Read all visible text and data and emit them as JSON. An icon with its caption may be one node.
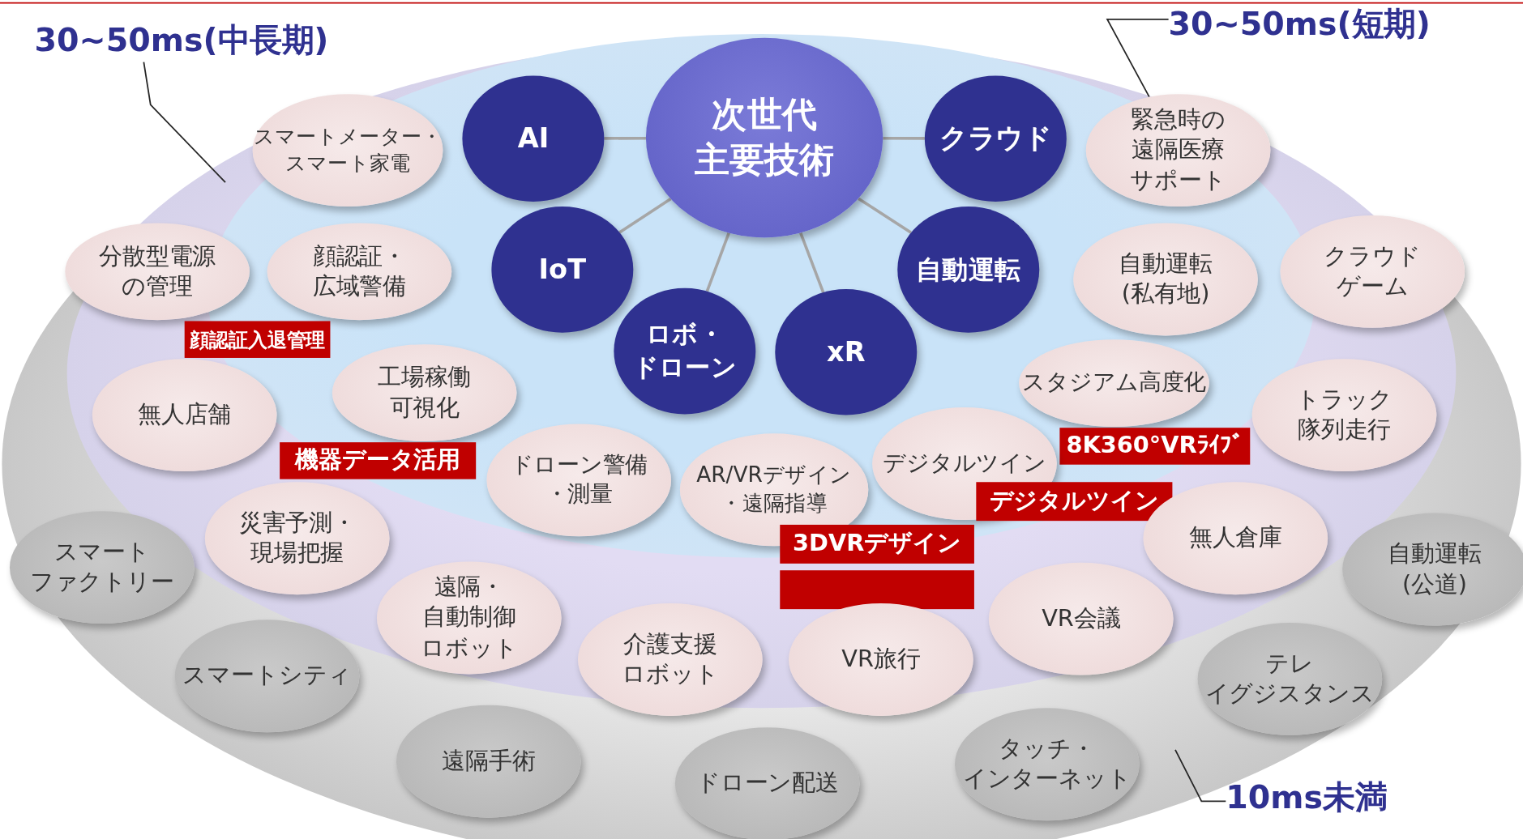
{
  "diagram": {
    "nodes": [
      {
        "text": [
          "次世代主要技術"
        ]
      },
      {
        "text": [
          "AI"
        ]
      },
      {
        "text": [
          "クラウド"
        ]
      },
      {
        "text": [
          "IoT"
        ]
      },
      {
        "text": [
          "自動運転"
        ]
      },
      {
        "text": [
          "ロボ・ドローン"
        ]
      },
      {
        "text": [
          "xR"
        ]
      },
      {
        "text": [
          "スマートメーター・スマート家電"
        ]
      },
      {
        "text": [
          "緊急時の遠隔医療サポート"
        ]
      },
      {
        "text": [
          "分散型電源の管理"
        ]
      },
      {
        "text": [
          "顔認証・広域警備"
        ]
      },
      {
        "text": [
          "自動運転(私有地)"
        ]
      },
      {
        "text": [
          "クラウドゲーム"
        ]
      },
      {
        "text": [
          "顔認証入退管理"
        ]
      },
      {
        "text": [
          "無人店舗"
        ]
      },
      {
        "text": [
          "工場稼働可視化"
        ]
      },
      {
        "text": [
          "スタジアム高度化"
        ]
      },
      {
        "text": [
          "トラック隊列走行"
        ]
      },
      {
        "text": [
          "機器データ活用"
        ]
      },
      {
        "text": [
          "8K360°VRﾗｲﾌﾞ"
        ]
      },
      {
        "text": [
          "ドローン警備・測量"
        ]
      },
      {
        "text": [
          "AR/VRデザイン・遠隔指導"
        ]
      },
      {
        "text": [
          "デジタルツイン"
        ]
      },
      {
        "text": [
          "デジタルツイン"
        ]
      },
      {
        "text": [
          "3DVRデザイン"
        ]
      },
      {
        "text": [],
        "shape": "box"
      },
      {
        "text": [
          "災害予測・現場把握"
        ]
      },
      {
        "text": [
          "無人倉庫"
        ]
      },
      {
        "text": [
          "スマートファクトリー"
        ]
      },
      {
        "text": [
          "自動運転(公道)"
        ]
      },
      {
        "text": [
          "遠隔・自動制御ロボット"
        ]
      },
      {
        "text": [
          "VR会議"
        ]
      },
      {
        "text": [
          "介護支援ロボット"
        ]
      },
      {
        "text": [
          "VR旅行"
        ]
      },
      {
        "text": [
          "スマートシティ"
        ]
      },
      {
        "text": [
          "テレイグジスタンス"
        ]
      },
      {
        "text": [
          "遠隔手術"
        ]
      },
      {
        "text": [
          "ドローン配送"
        ]
      },
      {
        "text": [
          "タッチ・インターネット"
        ]
      },
      {
        "text": [
          "30~50ms(中長期)"
        ]
      },
      {
        "text": [
          "30~50ms(短期)"
        ]
      },
      {
        "text": [
          "10ms未満"
        ]
      }
    ],
    "edges": [
      {
        "from": 0,
        "to": 1,
        "arrow": "none"
      },
      {
        "from": 0,
        "to": 2,
        "arrow": "none"
      },
      {
        "from": 0,
        "to": 3,
        "arrow": "none"
      },
      {
        "from": 0,
        "to": 4,
        "arrow": "none"
      },
      {
        "from": 0,
        "to": 5,
        "arrow": "none"
      },
      {
        "from": 0,
        "to": 6,
        "arrow": "none"
      },
      {
        "from": 39,
        "to": null,
        "arrow": "none",
        "color": "#262626"
      },
      {
        "from": 40,
        "to": 8,
        "arrow": "none",
        "color": "#262626"
      },
      {
        "from": 41,
        "to": null,
        "arrow": "none",
        "color": "#262626"
      }
    ]
  }
}
